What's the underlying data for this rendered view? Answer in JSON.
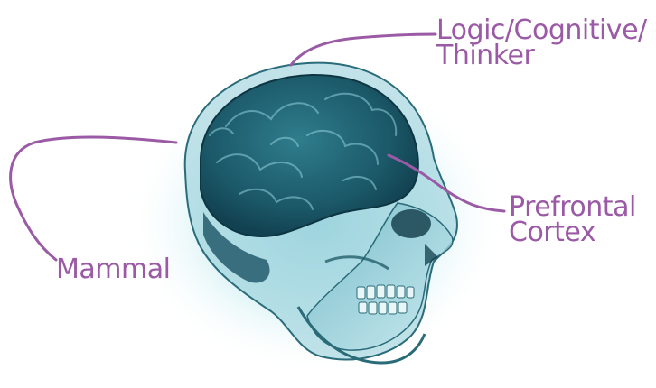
{
  "colors": {
    "label": "#9b5aa5",
    "leader_line": "#9b5aa5",
    "skull_glow": "#8fd1dc",
    "skull_dark": "#123f4f",
    "brain": "#1d6273"
  },
  "labels": {
    "logic_line1": "Logic/Cognitive/",
    "logic_line2": "Thinker",
    "prefrontal_line1": "Prefrontal",
    "prefrontal_line2": "Cortex",
    "mammal": "Mammal"
  },
  "illustration": {
    "subject": "skull-with-brain-icon"
  }
}
